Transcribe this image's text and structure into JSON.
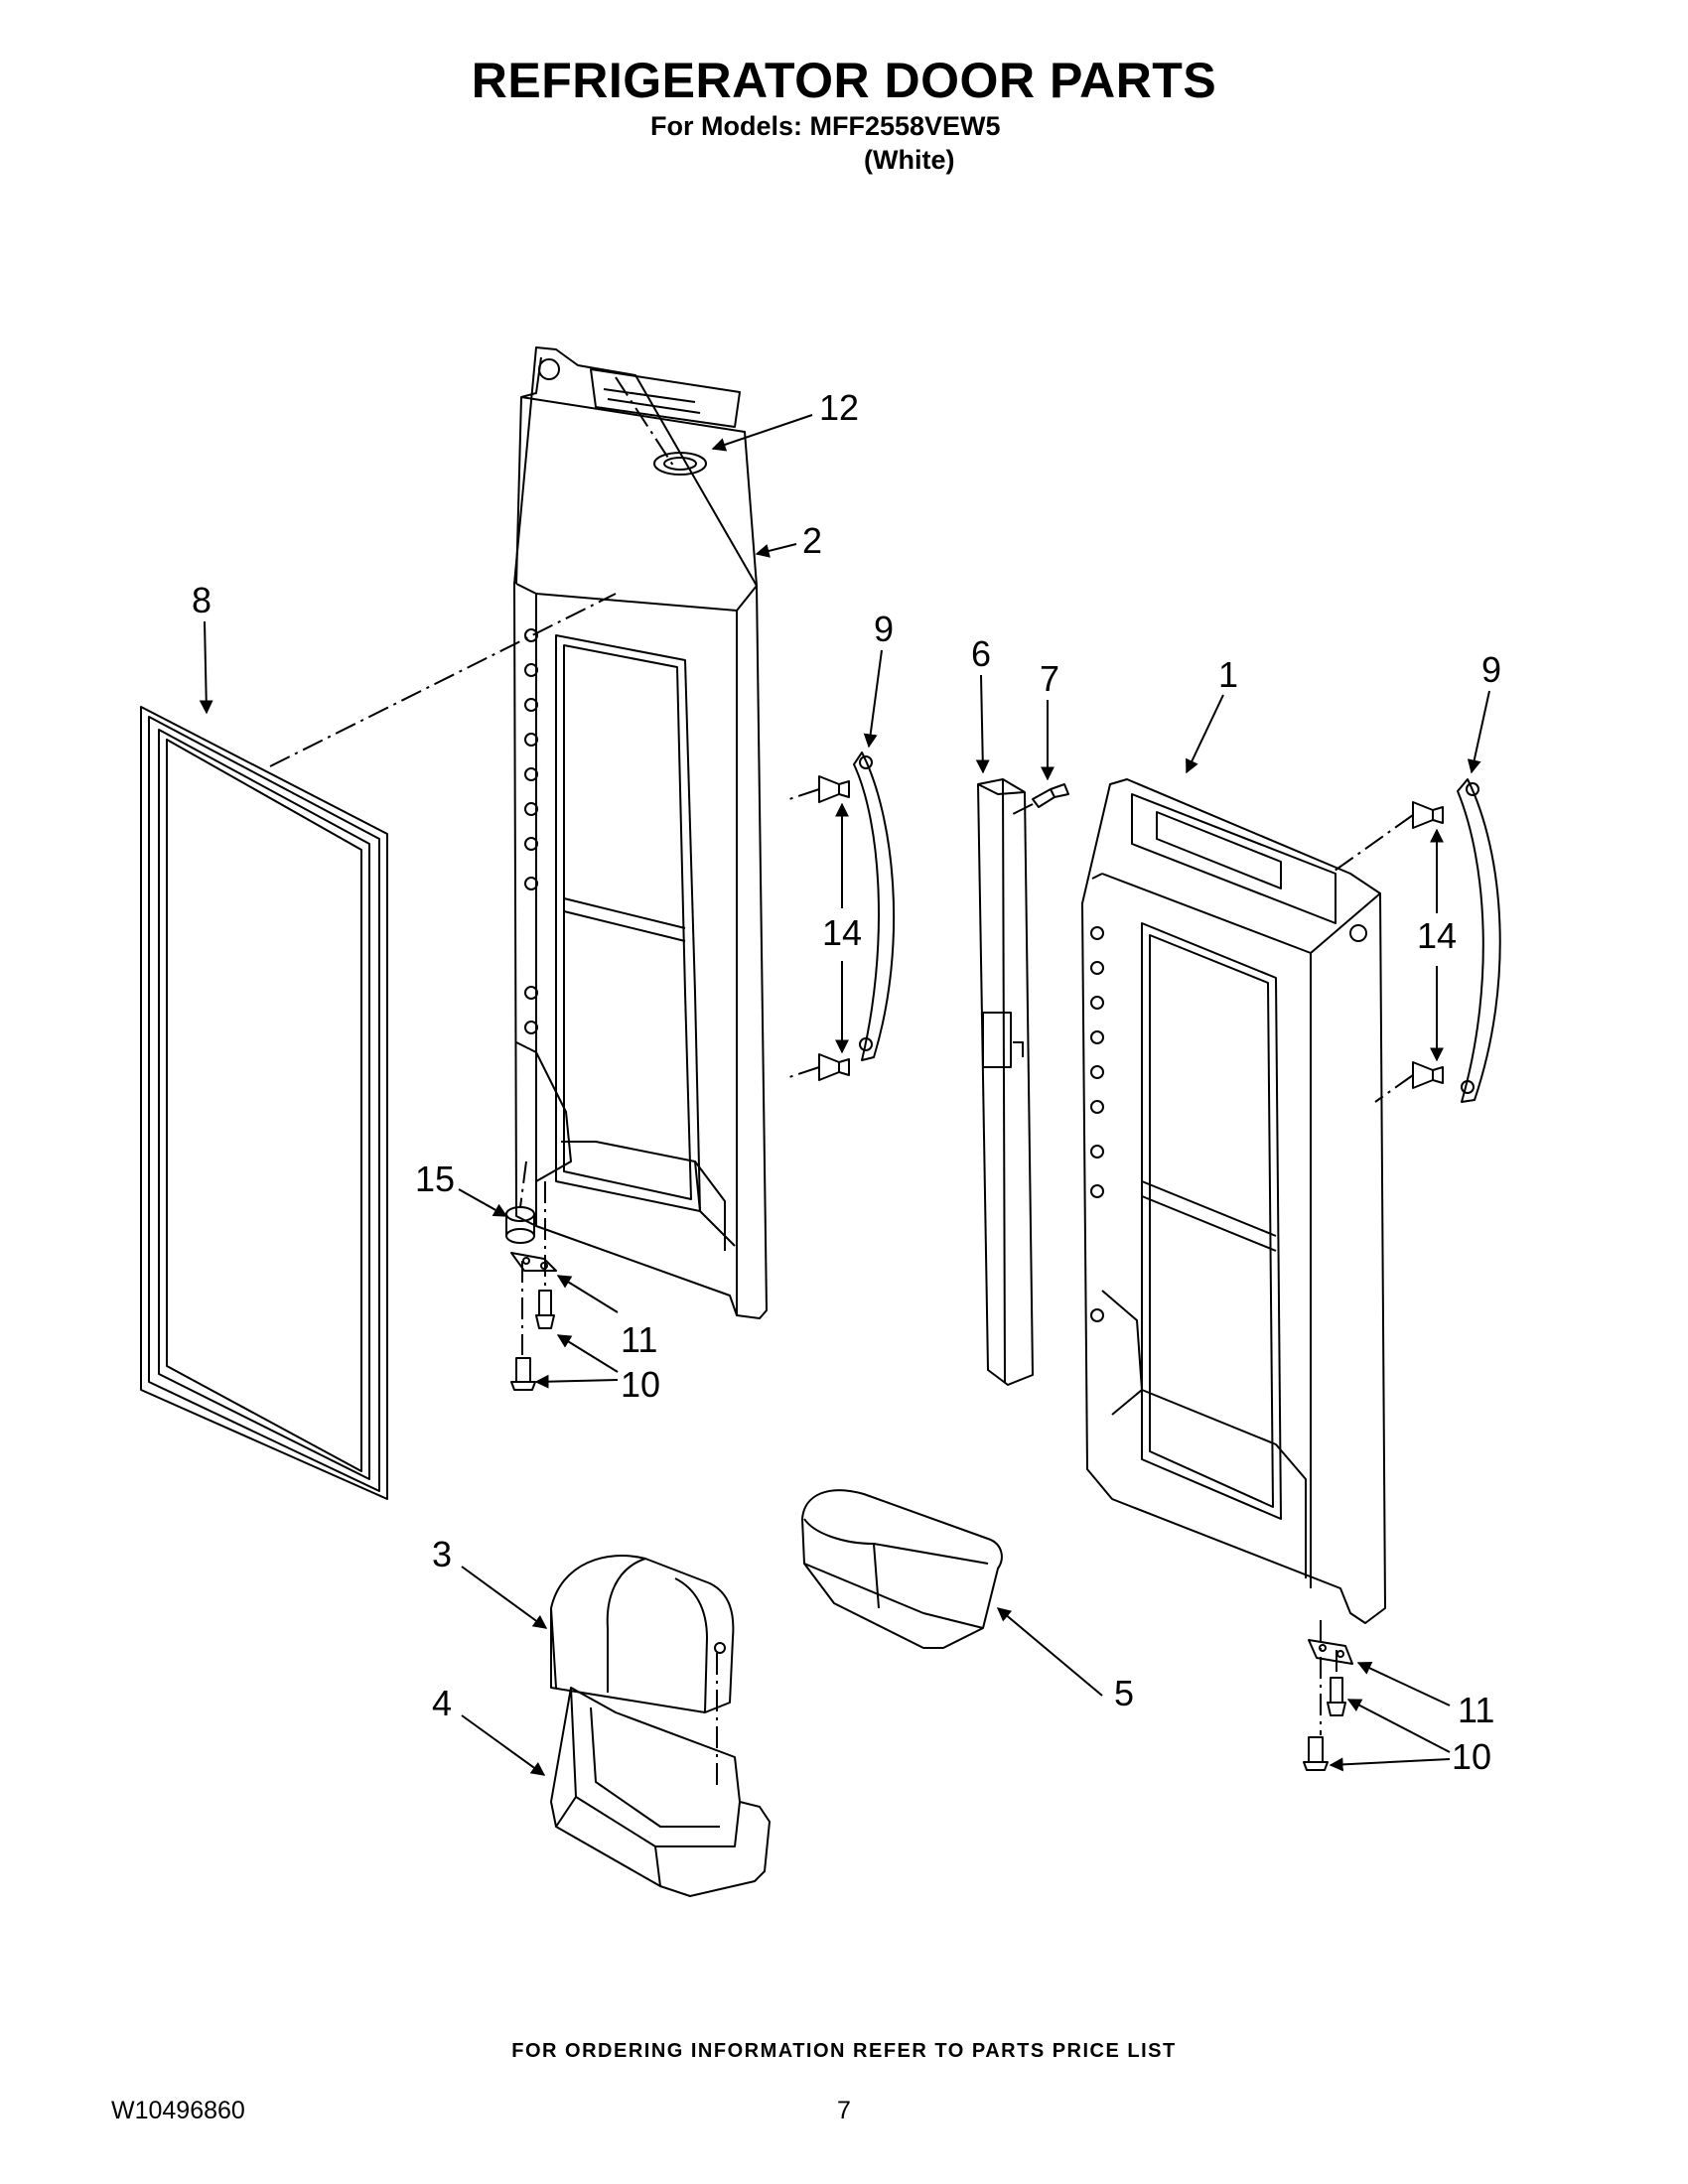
{
  "header": {
    "title": "REFRIGERATOR DOOR PARTS",
    "models_line": "For Models: MFF2558VEW5",
    "variant": "(White)"
  },
  "diagram": {
    "callouts": [
      {
        "id": "c12",
        "label": "12"
      },
      {
        "id": "c2",
        "label": "2"
      },
      {
        "id": "c8",
        "label": "8"
      },
      {
        "id": "c9a",
        "label": "9"
      },
      {
        "id": "c6",
        "label": "6"
      },
      {
        "id": "c7",
        "label": "7"
      },
      {
        "id": "c1",
        "label": "1"
      },
      {
        "id": "c9b",
        "label": "9"
      },
      {
        "id": "c14a",
        "label": "14"
      },
      {
        "id": "c14b",
        "label": "14"
      },
      {
        "id": "c15",
        "label": "15"
      },
      {
        "id": "c11a",
        "label": "11"
      },
      {
        "id": "c10a",
        "label": "10"
      },
      {
        "id": "c3",
        "label": "3"
      },
      {
        "id": "c4",
        "label": "4"
      },
      {
        "id": "c5",
        "label": "5"
      },
      {
        "id": "c11b",
        "label": "11"
      },
      {
        "id": "c10b",
        "label": "10"
      }
    ]
  },
  "footer": {
    "ordering_note": "FOR ORDERING INFORMATION REFER TO PARTS PRICE LIST",
    "doc_number": "W10496860",
    "page_number": "7"
  }
}
